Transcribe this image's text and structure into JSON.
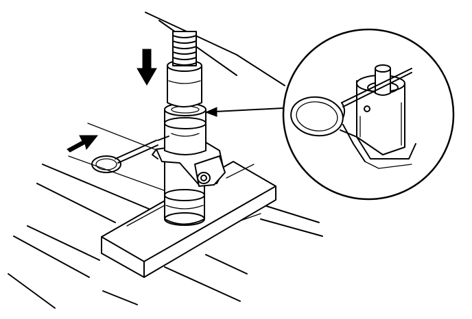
{
  "figure": {
    "line_color": "#000000",
    "background_color": "#ffffff",
    "elements": [
      "floor-surface",
      "wooden-block",
      "jack-screw",
      "jack-lift-cylinder",
      "jack-tube-lower",
      "jack-collar",
      "jack-saddle-bracket",
      "cotter-pin-ring",
      "down-arrow",
      "insert-arrow",
      "callout-pointer-arrow",
      "detail-magnifier-circle"
    ]
  }
}
